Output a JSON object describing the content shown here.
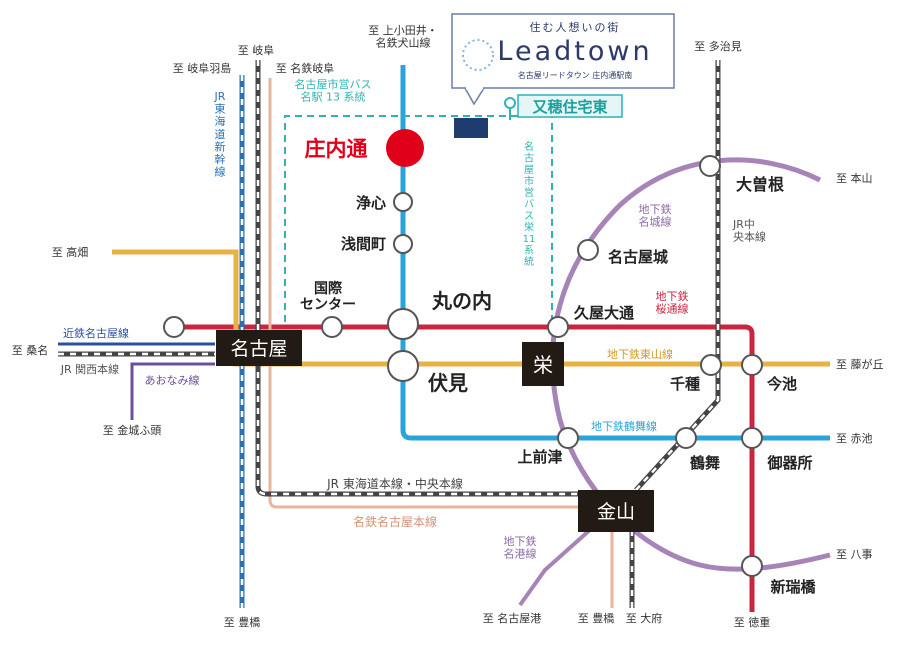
{
  "colors": {
    "tsurumai": "#2aa3d8",
    "sakuradori": "#c8263f",
    "higashiyama": "#e7b243",
    "meijo": "#a784b8",
    "kintetsu": "#2a4f9e",
    "aonami": "#6b4f9d",
    "meitetsu": "#e9b59b",
    "shinkansen": "#2b6fb5",
    "bus": "#2fb3b3",
    "station": "#222222",
    "highlight": "#e0001a"
  },
  "brand": {
    "tagline": "住む人想いの街",
    "logo": "Leadtown",
    "subtitle": "名古屋リードタウン 庄内通駅南"
  },
  "stations": {
    "shonaidori": "庄内通",
    "joshin": "浄心",
    "sengencho": "浅間町",
    "kokusai": "国際\nセンター",
    "marunouchi": "丸の内",
    "fushimi": "伏見",
    "nagoya": "名古屋",
    "sakae": "栄",
    "hisaya": "久屋大通",
    "nagoyajo": "名古屋城",
    "ozone": "大曽根",
    "chikusa": "千種",
    "imaike": "今池",
    "kamimaezu": "上前津",
    "tsurumai": "鶴舞",
    "gokiso": "御器所",
    "kanayama": "金山",
    "aratamabashi": "新瑞橋",
    "bus_stop": "又穂住宅東"
  },
  "lines": {
    "meijo": "地下鉄\n名城線",
    "jr_chuo": "JR中\n央本線",
    "sakuradori": "地下鉄\n桜通線",
    "higashiyama": "地下鉄東山線",
    "tsurumai": "地下鉄鶴舞線",
    "meiko": "地下鉄\n名港線",
    "shinkansen": "JR\n東\n海\n道\n新\n幹\n線",
    "kintetsu": "近鉄名古屋線",
    "jr_kansai": "JR 関西本線",
    "aonami": "あおなみ線",
    "jr_tokaido": "JR 東海道本線・中央本線",
    "meitetsu_main": "名鉄名古屋本線",
    "bus13": "名古屋市営バス\n名駅 13 系統",
    "bus11": "名\n古\n屋\n市\n営\nバ\nス\n栄\n11\n系\n統"
  },
  "directions": {
    "kamiotai": "至 上小田井・\n名鉄犬山線",
    "gifu": "至 岐阜",
    "gifuhashima": "至 岐阜羽島",
    "meitetsu_gifu": "至 名鉄岐阜",
    "tajimi": "至 多治見",
    "motoyama": "至 本山",
    "takabata": "至 高畑",
    "kuwana": "至 桑名",
    "kinjofuto": "至 金城ふ頭",
    "fujigaoka": "至 藤が丘",
    "akaike": "至 赤池",
    "yagoto": "至 八事",
    "tokushige": "至 徳重",
    "toyohashi_l": "至 豊橋",
    "nagoyako": "至 名古屋港",
    "toyohashi_r": "至 豊橋",
    "obu": "至 大府"
  }
}
